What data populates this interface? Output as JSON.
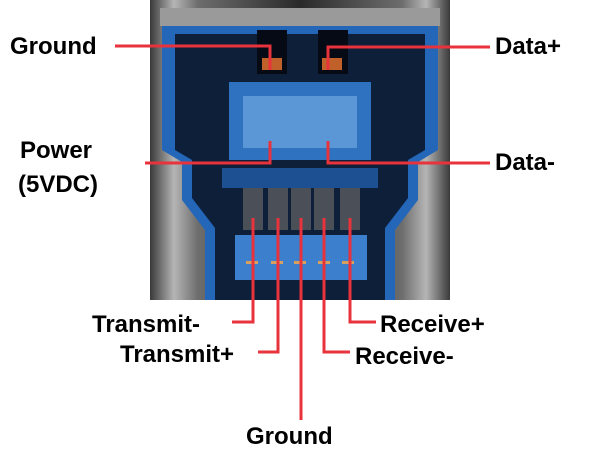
{
  "title": "USB 3.0 Type-B receptacle pinout",
  "colors": {
    "line": "#e8323c",
    "plastic": "#2f72c0",
    "metal": "#8a8a8a"
  },
  "labels": {
    "ground_top": "Ground",
    "data_plus": "Data+",
    "power": "Power",
    "power_voltage": "(5VDC)",
    "data_minus": "Data-",
    "transmit_minus": "Transmit-",
    "transmit_plus": "Transmit+",
    "ground_bottom": "Ground",
    "receive_minus": "Receive-",
    "receive_plus": "Receive+"
  }
}
